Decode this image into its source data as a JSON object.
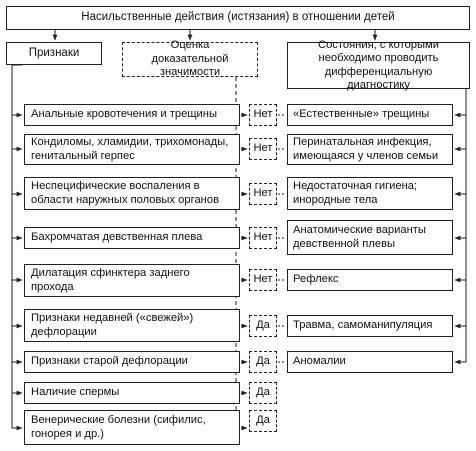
{
  "title": "Насильственные действия (истязания) в отношении детей",
  "headers": {
    "signs": "Признаки",
    "evidence": "Оценка доказательной значимости",
    "differential": "Состояния, с которыми необходимо проводить дифференциальную диагностику"
  },
  "signs": [
    "Анальные кровотечения и трещины",
    "Кондиломы, хламидии, трихомонады, генитальный герпес",
    "Неспецифические воспаления в области наружных половых органов",
    "Бахромчатая девственная плева",
    "Дилатация сфинктера заднего прохода",
    "Признаки недавней («свежей») дефлорации",
    "Признаки старой дефлорации",
    "Наличие спермы",
    "Венерические болезни (сифилис, гонорея и др.)"
  ],
  "evidence": [
    "Нет",
    "Нет",
    "Нет",
    "Нет",
    "Нет",
    "Да",
    "Да",
    "Да",
    "Да"
  ],
  "differential": [
    "«Естественные» трещины",
    "Перинатальная инфекция, имеющаяся у членов семьи",
    "Недостаточная гигиена; инородные тела",
    "Анатомические варианты девственной плевы",
    "Рефлекс",
    "Травма, самоманипуляция",
    "Аномалии"
  ]
}
